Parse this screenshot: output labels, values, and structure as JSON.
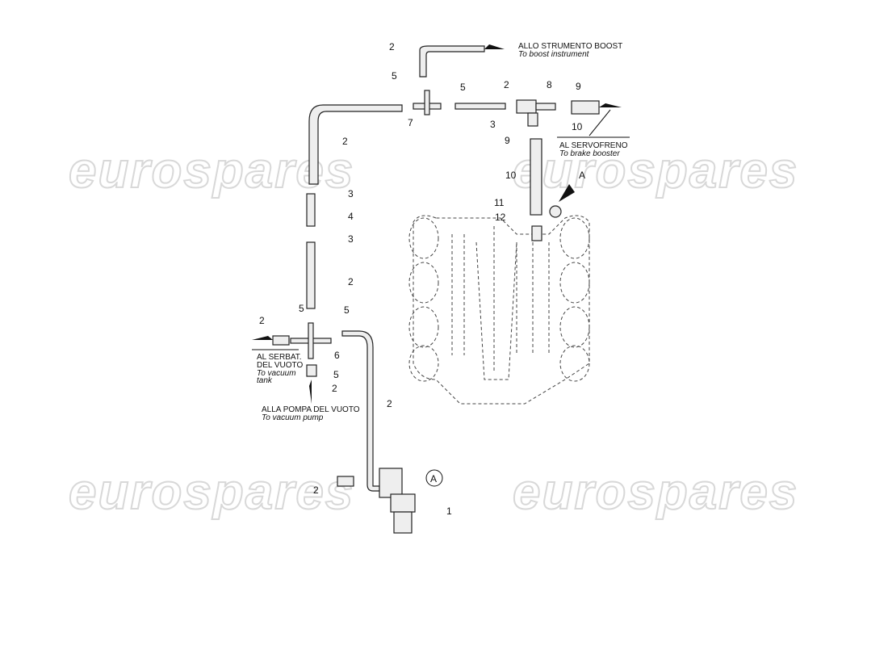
{
  "diagram": {
    "watermark": "eurospares",
    "destinations": {
      "boost": {
        "it": "ALLO STRUMENTO BOOST",
        "en": "To boost instrument"
      },
      "brake": {
        "it": "AL SERVOFRENO",
        "en": "To brake booster"
      },
      "tank": {
        "it1": "AL SERBAT.",
        "it2": "DEL VUOTO",
        "en1": "To vacuum",
        "en2": "tank"
      },
      "pump": {
        "it": "ALLA POMPA DEL VUOTO",
        "en": "To vacuum pump"
      }
    },
    "callouts": [
      "2",
      "5",
      "5",
      "2",
      "8",
      "9",
      "7",
      "3",
      "10",
      "9",
      "2",
      "10",
      "A",
      "3",
      "11",
      "4",
      "12",
      "3",
      "2",
      "5",
      "5",
      "2",
      "6",
      "5",
      "2",
      "2",
      "2",
      "1"
    ],
    "detail_marker": "A"
  }
}
